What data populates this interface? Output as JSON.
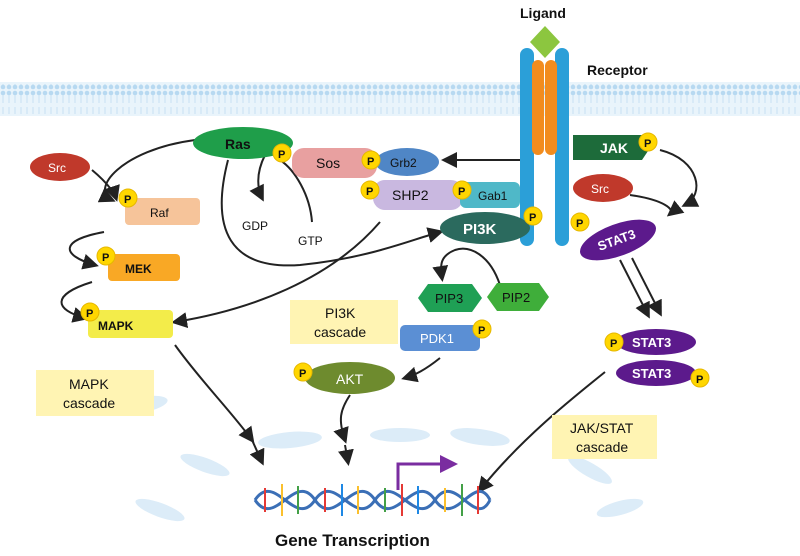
{
  "labels": {
    "ligand": "Ligand",
    "receptor": "Receptor",
    "ras": "Ras",
    "sos": "Sos",
    "grb2": "Grb2",
    "shp2": "SHP2",
    "gab1": "Gab1",
    "pi3k": "PI3K",
    "jak": "JAK",
    "src_left": "Src",
    "src_right": "Src",
    "stat3": "STAT3",
    "stat3_dimer_top": "STAT3",
    "stat3_dimer_bottom": "STAT3",
    "raf": "Raf",
    "mek": "MEK",
    "mapk": "MAPK",
    "gdp": "GDP",
    "gtp": "GTP",
    "pip3": "PIP3",
    "pip2": "PIP2",
    "pdk1": "PDK1",
    "akt": "AKT",
    "phospho": "P",
    "gene_transcription": "Gene Transcription"
  },
  "cascades": {
    "mapk_line1": "MAPK",
    "mapk_line2": "cascade",
    "pi3k_line1": "PI3K",
    "pi3k_line2": "cascade",
    "jakstat_line1": "JAK/STAT",
    "jakstat_line2": "cascade"
  },
  "colors": {
    "membrane": "#cfe6f7",
    "receptor_blue": "#2b9fd8",
    "receptor_orange": "#f28c1e",
    "ligand_green": "#8cc63f",
    "ras_green": "#1f9e4a",
    "jak_green": "#1d6b3a",
    "sos_pink": "#e8a0a0",
    "grb2_blue": "#4f86c6",
    "shp2_lavender": "#c9b8e0",
    "gab1_teal": "#4fb8c8",
    "pi3k_dark": "#2b6a5e",
    "src_red": "#c0392b",
    "stat3_purple": "#5c1a8c",
    "raf_salmon": "#f6c49a",
    "mek_orange": "#f9a825",
    "mapk_yellow": "#f3ec4a",
    "pip3_green": "#1fa055",
    "pip2_green": "#3fae3a",
    "pdk1_blue": "#5b8fd4",
    "akt_olive": "#6e8b2e",
    "cascade_box": "#fff4b3",
    "phospho_yellow": "#ffd600",
    "transcription_arrow": "#7a2da0"
  }
}
